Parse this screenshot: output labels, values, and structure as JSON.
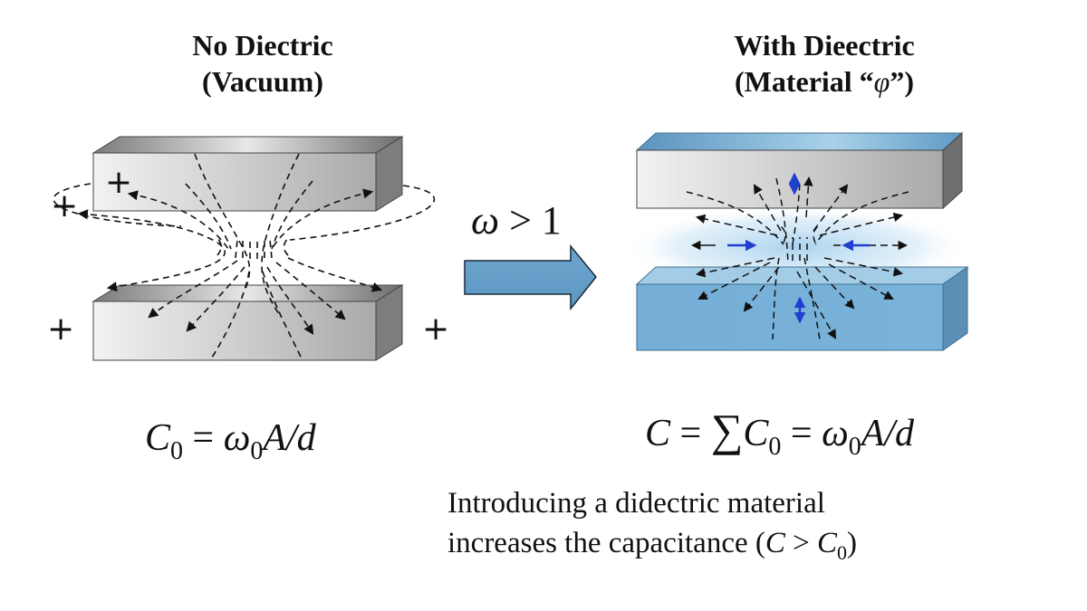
{
  "left_panel": {
    "title_line1": "No Diectric",
    "title_line2": "(Vacuum)",
    "equation": {
      "lhs": "C",
      "lhs_sub": "0",
      "eq": " = ",
      "omega": "ω",
      "omega_sub": "0",
      "rest": "A/d"
    },
    "plate_color": "#b9b9b9",
    "charges": [
      "+",
      "+",
      "+",
      "+"
    ]
  },
  "transition": {
    "symbol": "ω",
    "relation": " > 1",
    "arrow_color": "#6fa8d0"
  },
  "right_panel": {
    "title_line1": "With Dieectric",
    "title_line2_prefix": "(Material “",
    "title_line2_symbol": "φ",
    "title_line2_suffix": "”)",
    "equation": {
      "lhs": "C",
      "eq1": " = ",
      "sum": "∑",
      "c": "C",
      "c_sub": "0",
      "eq2": " = ",
      "omega": "ω",
      "omega_sub": "0",
      "rest": "A/d"
    },
    "dielectric_color": "#7db4d8",
    "polarization_arrow_color": "#1f3fd0"
  },
  "caption": {
    "line1": "Introducing a didectric material",
    "line2_prefix": "increases the capacitance (",
    "line2_c": "C",
    "line2_gt": " > ",
    "line2_c0": "C",
    "line2_c0_sub": "0",
    "line2_suffix": ")"
  }
}
